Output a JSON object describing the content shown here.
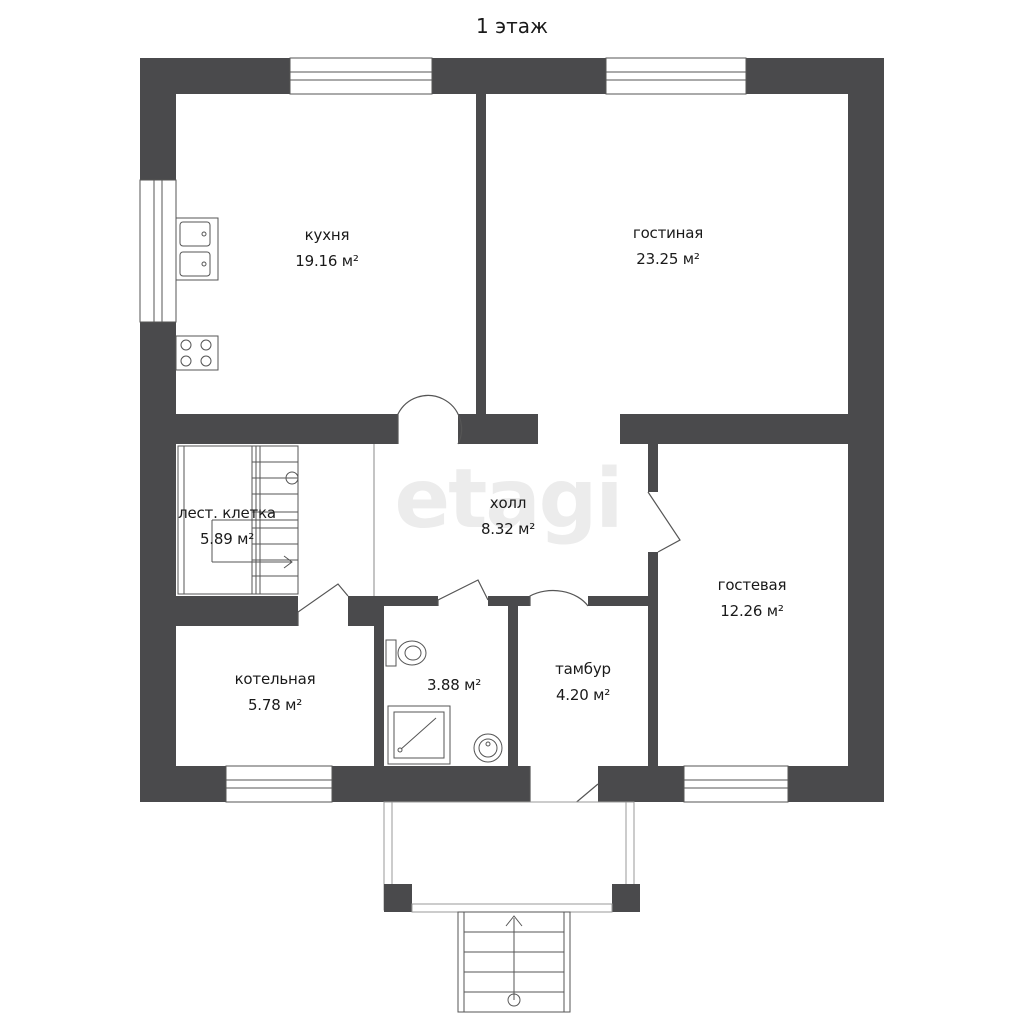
{
  "floor_title": "1 этаж",
  "watermark": "etagi",
  "colors": {
    "wall": "#4a4a4c",
    "line": "#555555",
    "window": "#ffffff",
    "background": "#ffffff"
  },
  "rooms": {
    "kitchen": {
      "name": "кухня",
      "area": "19.16 м²"
    },
    "living": {
      "name": "гостиная",
      "area": "23.25 м²"
    },
    "stairwell": {
      "name": "лест. клетка",
      "area": "5.89 м²"
    },
    "hall": {
      "name": "холл",
      "area": "8.32 м²"
    },
    "guest": {
      "name": "гостевая",
      "area": "12.26 м²"
    },
    "boiler": {
      "name": "котельная",
      "area": "5.78 м²"
    },
    "bathroom": {
      "name": "",
      "area": "3.88 м²"
    },
    "vestibule": {
      "name": "тамбур",
      "area": "4.20 м²"
    }
  },
  "fixtures": [
    "sink-icon",
    "stove-icon",
    "toilet-icon",
    "shower-icon",
    "washbasin-icon",
    "stairs-icon"
  ]
}
